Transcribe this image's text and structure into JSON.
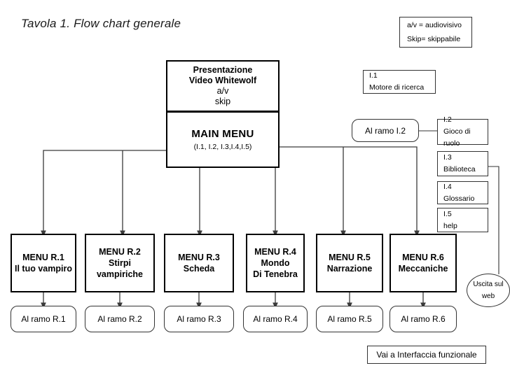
{
  "title": "Tavola 1. Flow chart generale",
  "legend": {
    "lines": [
      "a/v = audiovisivo",
      "Skip= skippabile"
    ]
  },
  "presentation": {
    "line1": "Presentazione",
    "line2": "Video Whitewolf",
    "line3": "a/v",
    "line4": "skip"
  },
  "main_menu": {
    "title": "MAIN MENU",
    "subtitle": "(I.1, I.2, I.3,I.4,I.5)"
  },
  "branch_i2": {
    "label": "Al ramo I.2"
  },
  "index_boxes": [
    {
      "code": "I.1",
      "label": "Motore di ricerca"
    },
    {
      "code": "I.2",
      "label": "Gioco di ruolo"
    },
    {
      "code": "I.3",
      "label": "Biblioteca"
    },
    {
      "code": "I.4",
      "label": "Glossario"
    },
    {
      "code": "I.5",
      "label": "help"
    }
  ],
  "menus": [
    {
      "title": "MENU R.1",
      "line2": "Il tuo vampiro",
      "line3": ""
    },
    {
      "title": "MENU R.2",
      "line2": "Stirpi vampiriche",
      "line3": ""
    },
    {
      "title": "MENU R.3",
      "line2": "Scheda",
      "line3": ""
    },
    {
      "title": "MENU R.4",
      "line2": "Mondo",
      "line3": "Di Tenebra"
    },
    {
      "title": "MENU R.5",
      "line2": "Narrazione",
      "line3": ""
    },
    {
      "title": "MENU R.6",
      "line2": "Meccaniche",
      "line3": ""
    }
  ],
  "branches": [
    {
      "label": "Al ramo R.1"
    },
    {
      "label": "Al ramo R.2"
    },
    {
      "label": "Al ramo R.3"
    },
    {
      "label": "Al ramo R.4"
    },
    {
      "label": "Al ramo R.5"
    },
    {
      "label": "Al ramo R.6"
    }
  ],
  "web_exit": {
    "line1": "Uscita sul",
    "line2": "web"
  },
  "footer": {
    "label": "Vai a Interfaccia funzionale"
  },
  "colors": {
    "stroke": "#333333",
    "stroke_bold": "#000000",
    "background": "#ffffff",
    "text": "#000000"
  }
}
